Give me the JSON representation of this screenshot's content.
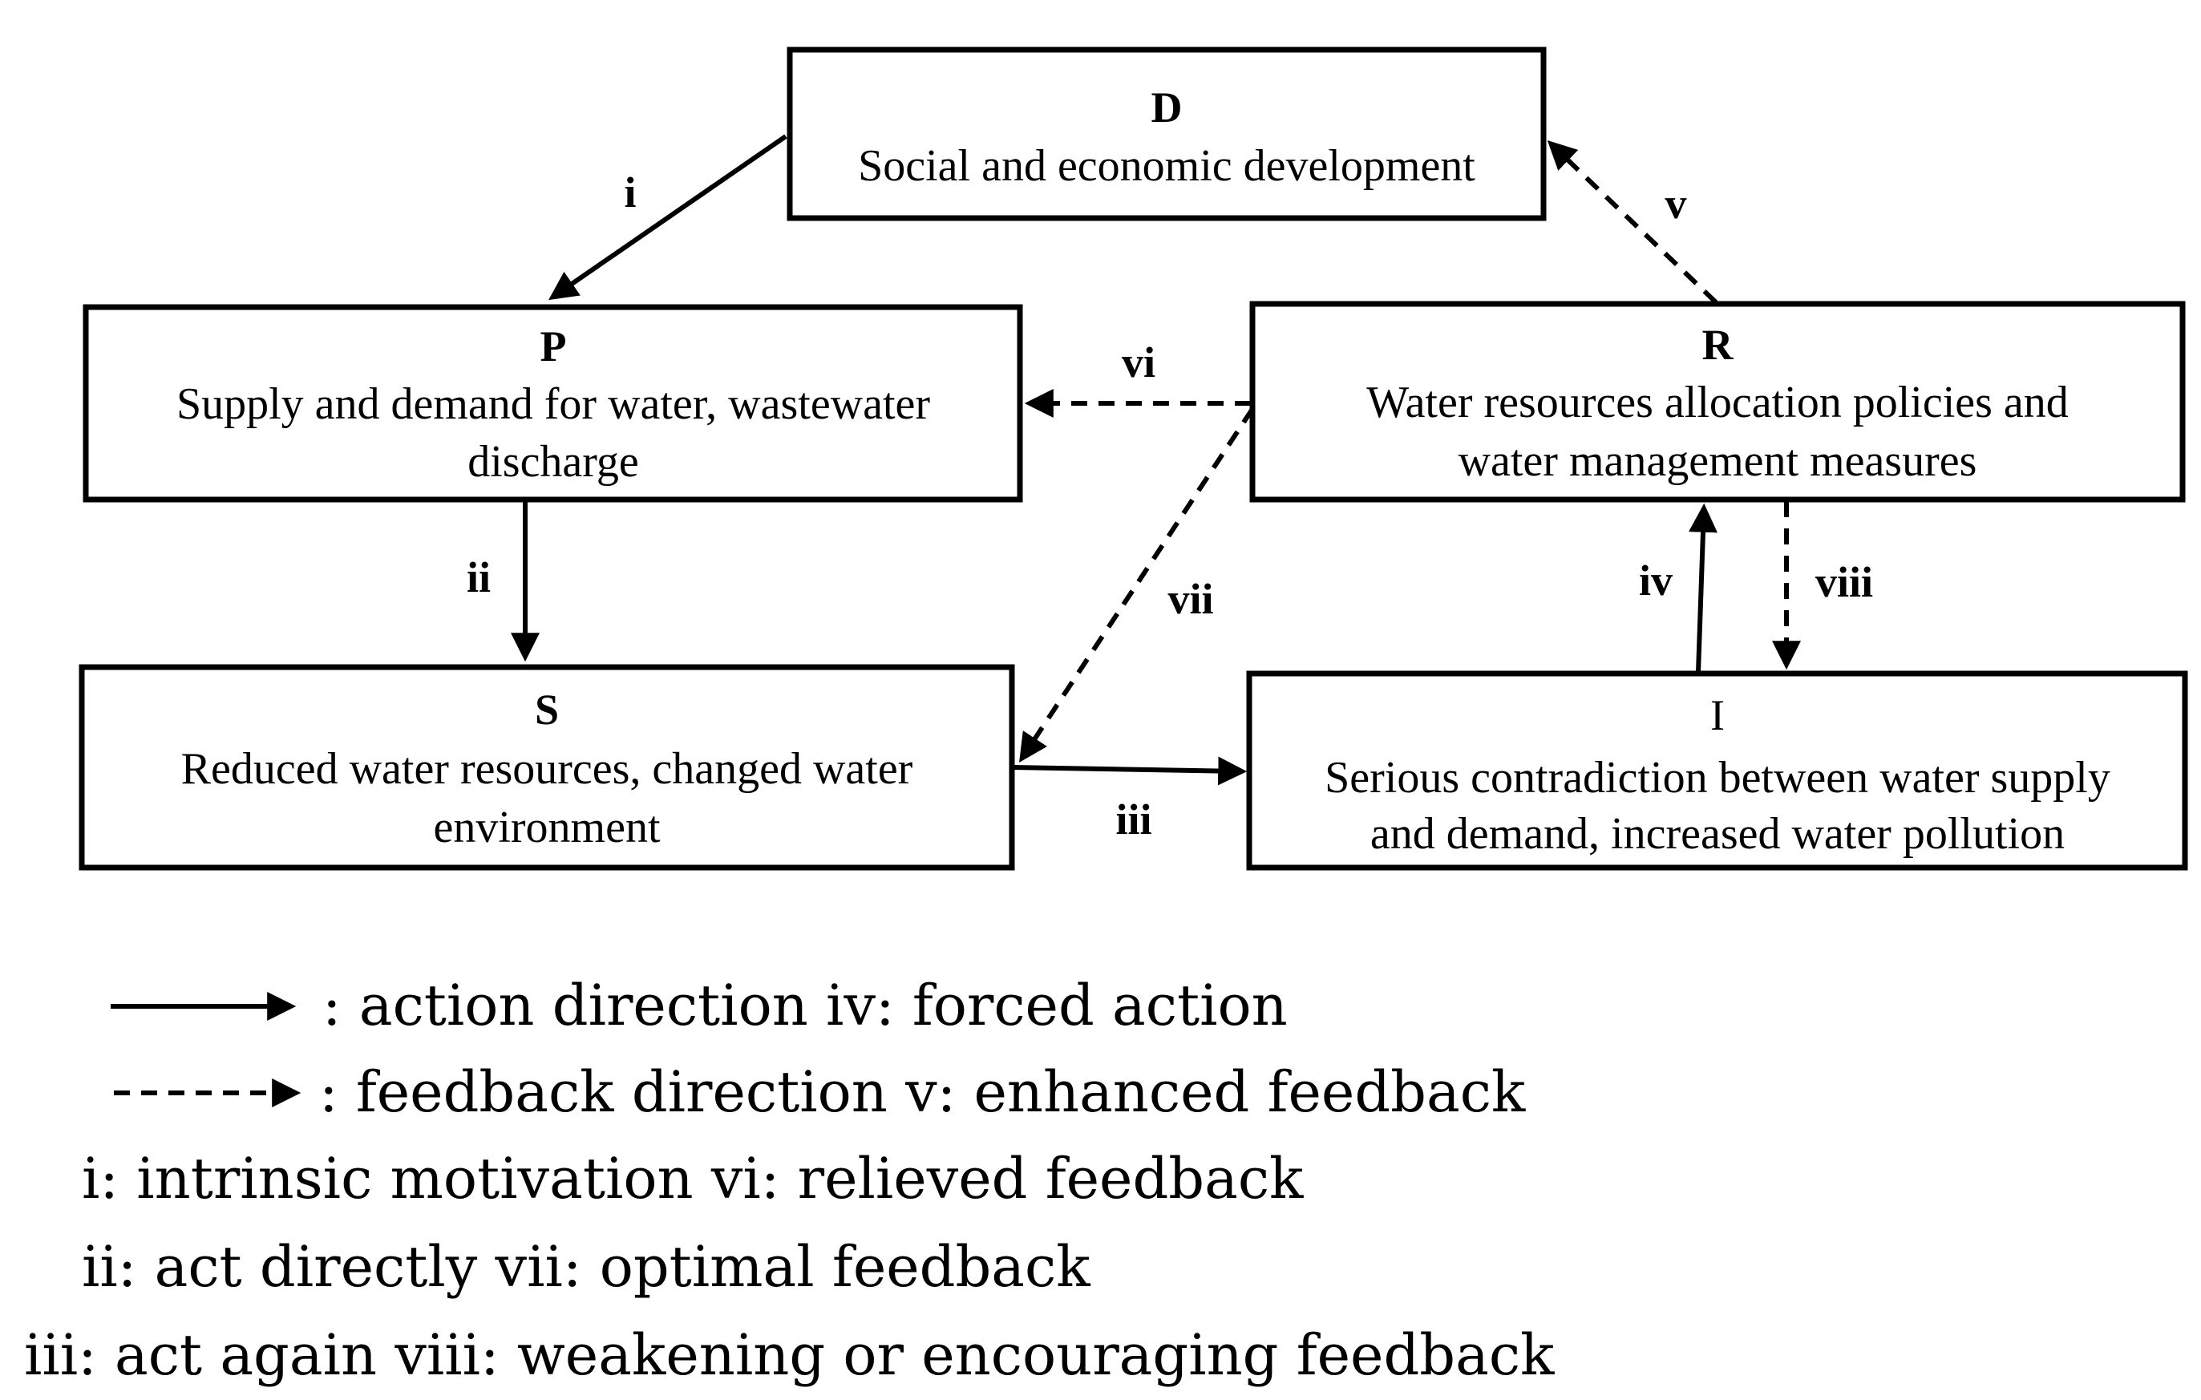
{
  "nodes": {
    "D": {
      "title": "D",
      "lines": [
        "Social and economic development"
      ]
    },
    "P": {
      "title": "P",
      "lines": [
        "Supply and demand for water, wastewater",
        "discharge"
      ]
    },
    "R": {
      "title": "R",
      "lines": [
        "Water resources allocation policies and",
        "water management measures"
      ]
    },
    "S": {
      "title": "S",
      "lines": [
        "Reduced water resources, changed water",
        "environment"
      ]
    },
    "I": {
      "title": "I",
      "lines": [
        "Serious contradiction between water supply",
        "and demand, increased water pollution"
      ]
    }
  },
  "edges": {
    "i": "i",
    "ii": "ii",
    "iii": "iii",
    "iv": "iv",
    "v": "v",
    "vi": "vi",
    "vii": "vii",
    "viii": "viii"
  },
  "legend": {
    "line1": ": action direction iv: forced action",
    "line2": ": feedback direction v: enhanced feedback",
    "line3": "i: intrinsic motivation vi: relieved feedback",
    "line4": "ii: act directly vii: optimal feedback",
    "line5": "iii: act again viii: weakening or encouraging feedback"
  }
}
